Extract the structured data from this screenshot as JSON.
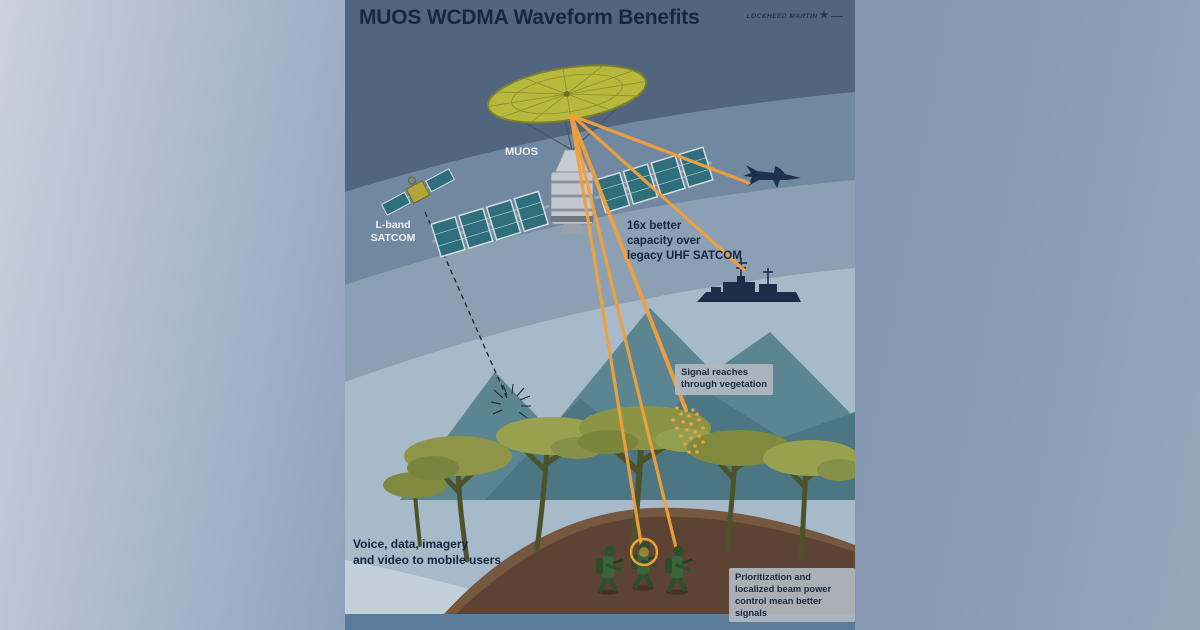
{
  "title": "MUOS WCDMA Waveform Benefits",
  "logo": {
    "text": "LOCKHEED MARTIN",
    "star": "★"
  },
  "labels": {
    "muos": "MUOS",
    "lband_satcom": "L-band\nSATCOM",
    "capacity": "16x better\ncapacity over\nlegacy UHF SATCOM",
    "vegetation": "Signal reaches\nthrough vegetation",
    "mobile_users": "Voice, data, imagery\nand video to mobile users",
    "prioritization": "Prioritization and\nlocalized beam power\ncontrol mean better signals"
  },
  "colors": {
    "beam_orange": "#F2A03C",
    "title_navy": "#152743",
    "dish_olive": "#B6B93B",
    "sky_dark": "#51657E",
    "mountain_teal": "#57828E",
    "ground_brown": "#5C4333",
    "tree_olive": "#8E9549",
    "solar_panel_teal": "#2F6F7C"
  },
  "icons": {
    "dish": "satellite-dish-icon",
    "muos_satellite": "muos-satellite-icon",
    "lband_satellite": "l-band-satellite-icon",
    "jet": "fighter-jet-icon",
    "ship": "navy-ship-icon",
    "soldiers": "soldier-figures-icon",
    "logo_star": "star-icon"
  }
}
